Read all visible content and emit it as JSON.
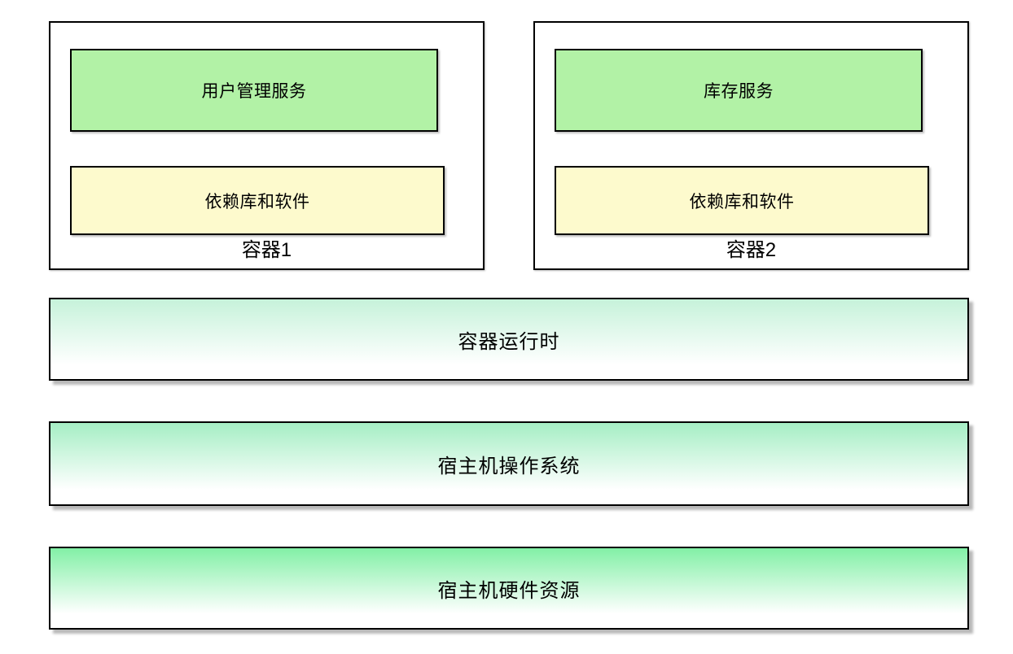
{
  "containers": [
    {
      "label": "容器1",
      "service": "用户管理服务",
      "dependencies": "依赖库和软件"
    },
    {
      "label": "容器2",
      "service": "库存服务",
      "dependencies": "依赖库和软件"
    }
  ],
  "layers": [
    {
      "label": "容器运行时",
      "top_color": "#c6f2da"
    },
    {
      "label": "宿主机操作系统",
      "top_color": "#a5eec4"
    },
    {
      "label": "宿主机硬件资源",
      "top_color": "#82f0a6"
    }
  ],
  "colors": {
    "service_box": "#b2f2a6",
    "dependency_box": "#fdfacd",
    "border": "#000000",
    "gradient_bottom": "#ffffff"
  }
}
